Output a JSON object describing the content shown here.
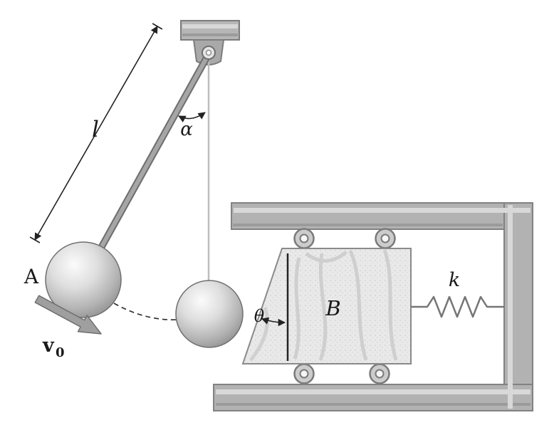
{
  "figure": {
    "labels": {
      "length": "l",
      "alpha": "α",
      "ball": "A",
      "velocity_main": "v",
      "velocity_sub": "0",
      "theta": "θ",
      "block": "B",
      "spring": "k"
    },
    "colors": {
      "frame": "#b2b2b2",
      "frame_edge": "#828282",
      "block_fill": "#e9e9e9",
      "rod": "#8f8f8f",
      "arrow": "#9f9f9f",
      "ink": "#222222"
    }
  }
}
